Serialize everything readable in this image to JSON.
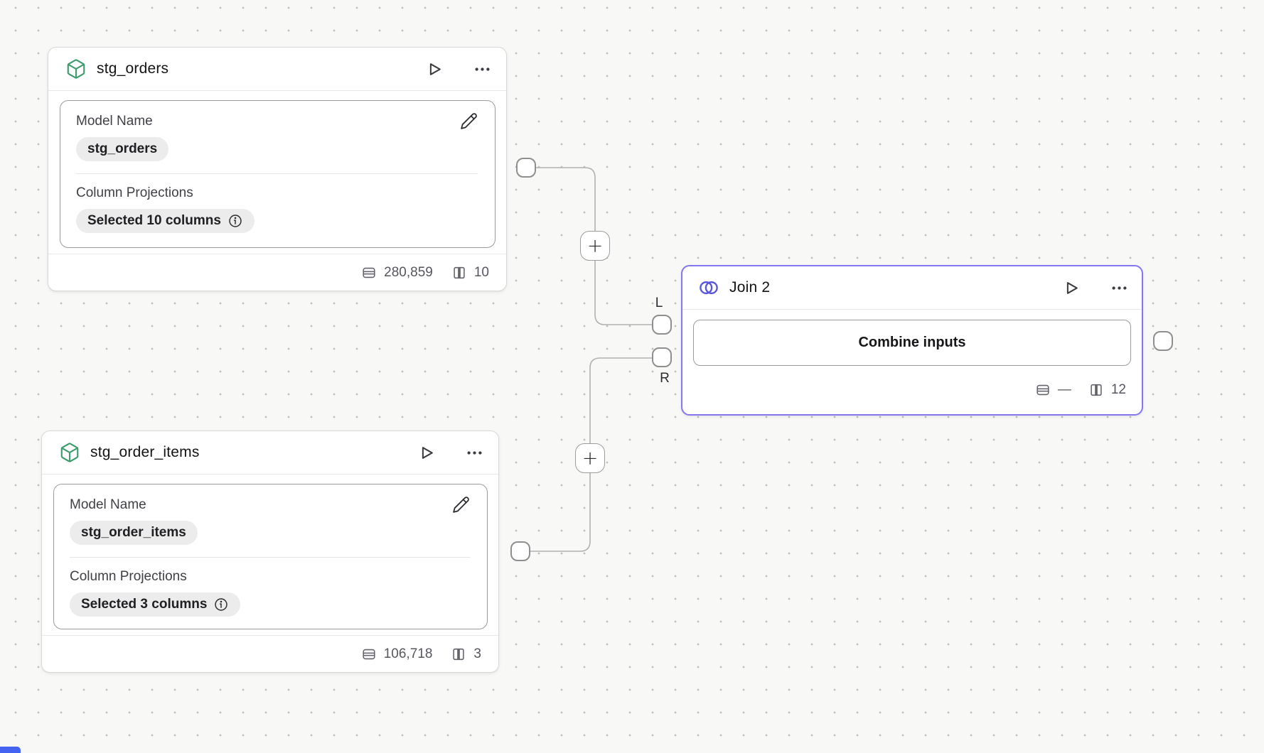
{
  "canvas": {
    "background": "#f8f8f6",
    "dot_color": "#bdbdbd"
  },
  "colors": {
    "model_accent_green": "#3d9c6b",
    "join_accent_purple": "#8477f0",
    "join_icon_indigo": "#5756d8",
    "corner_chip_blue": "#4463f1"
  },
  "icons": {
    "model_node": "box-cube-icon",
    "join_node": "venn-overlap-icon",
    "run": "play-icon",
    "menu": "ellipsis-icon",
    "edit": "pencil-icon",
    "info": "info-circle-icon",
    "rows": "table-rows-icon",
    "columns": "table-columns-icon"
  },
  "nodes": {
    "stg_orders": {
      "title": "stg_orders",
      "model_name_label": "Model Name",
      "model_name_value": "stg_orders",
      "column_projections_label": "Column Projections",
      "column_projections_value": "Selected 10 columns",
      "row_count": "280,859",
      "column_count": "10"
    },
    "stg_order_items": {
      "title": "stg_order_items",
      "model_name_label": "Model Name",
      "model_name_value": "stg_order_items",
      "column_projections_label": "Column Projections",
      "column_projections_value": "Selected 3 columns",
      "row_count": "106,718",
      "column_count": "3"
    },
    "join": {
      "title": "Join 2",
      "combine_button_label": "Combine inputs",
      "row_count": "—",
      "column_count": "12",
      "left_port_label": "L",
      "right_port_label": "R"
    }
  },
  "connections": {
    "add_button_glyph": "+"
  }
}
